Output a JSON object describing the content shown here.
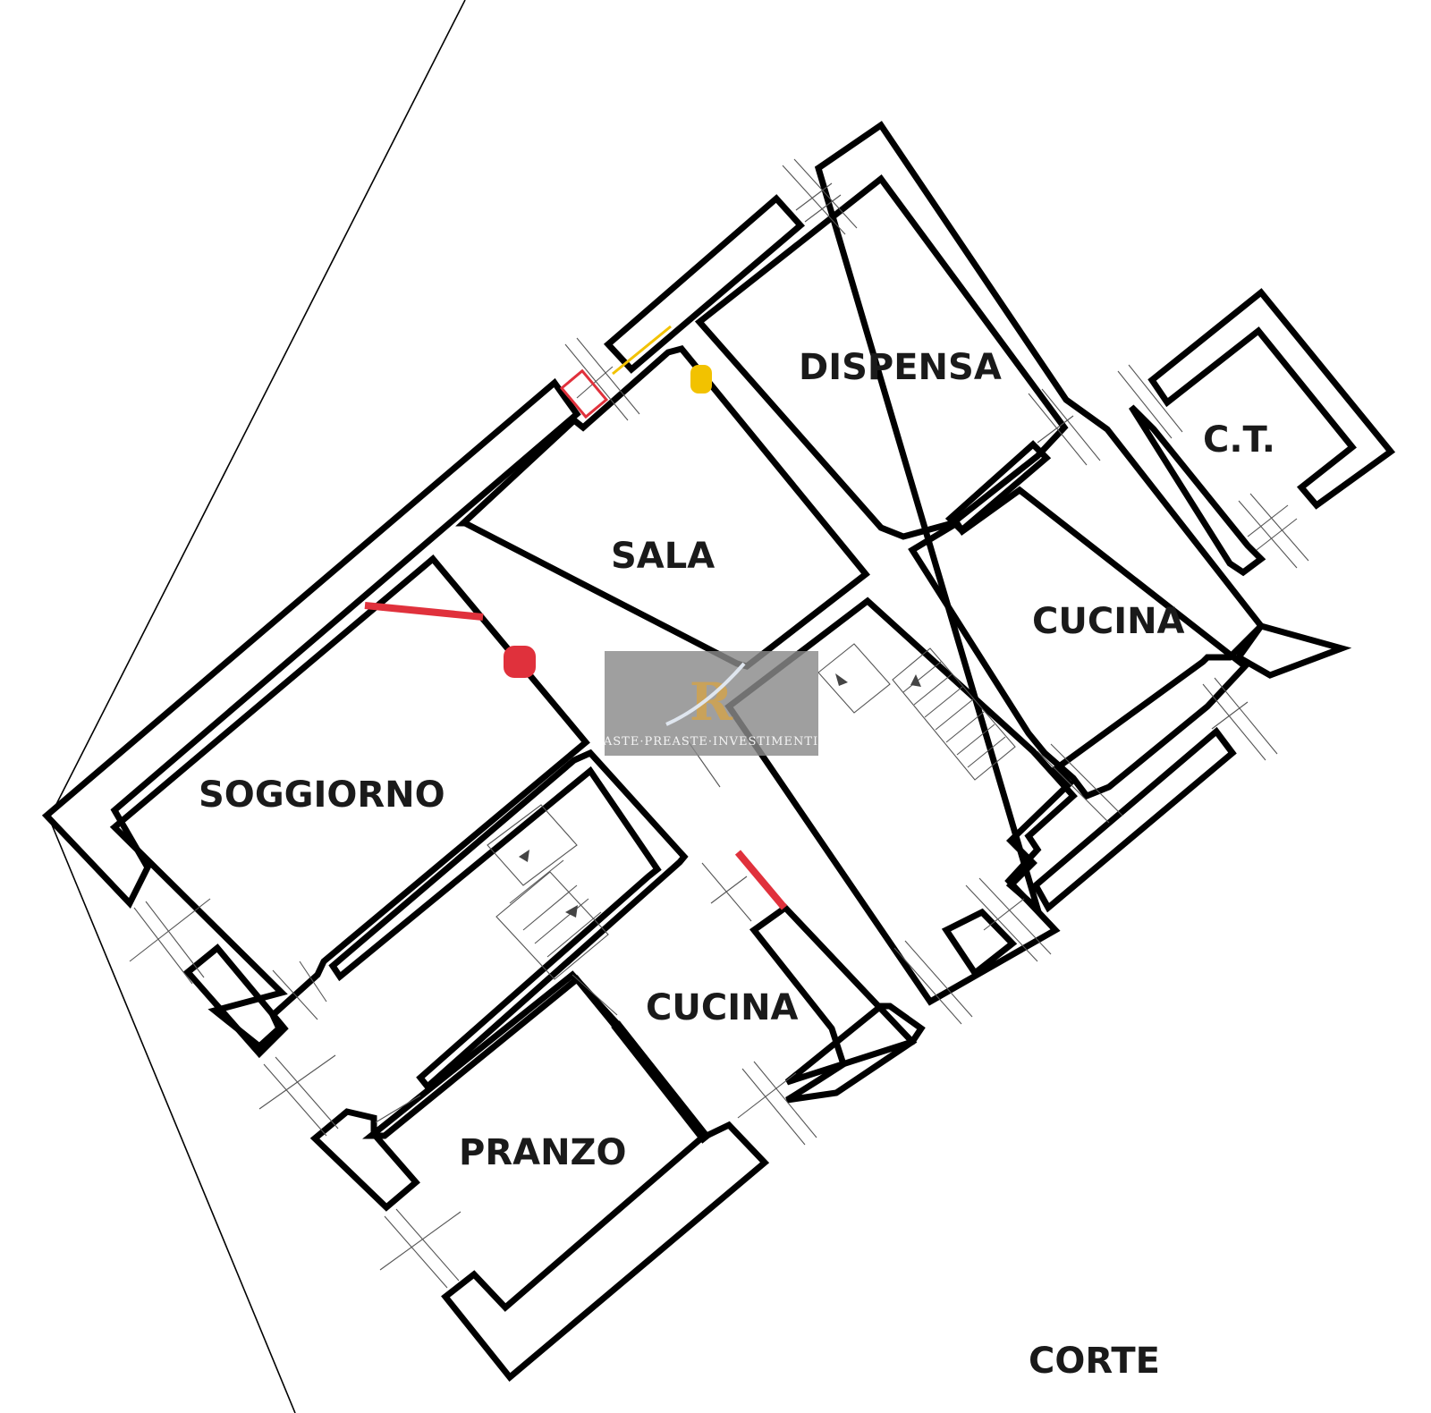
{
  "rooms": {
    "dispensa": "DISPENSA",
    "sala": "SALA",
    "ct": "C.T.",
    "cucina_upper": "CUCINA",
    "soggiorno": "SOGGIORNO",
    "cucina_lower": "CUCINA",
    "pranzo": "PRANZO",
    "corte": "CORTE"
  },
  "watermark": {
    "monogram": "R",
    "caption": "ASTE·PREASTE·INVESTIMENTI"
  },
  "colors": {
    "wall": "#000000",
    "highlight_red": "#e0313c",
    "highlight_yellow": "#f2c200",
    "watermark_bg": "#8a8a8a",
    "watermark_gold": "#c9a25a"
  },
  "markers": [
    {
      "kind": "window-highlight",
      "color": "red"
    },
    {
      "kind": "door-swing",
      "color": "yellow"
    },
    {
      "kind": "fixture",
      "color": "yellow"
    },
    {
      "kind": "wall-segment",
      "color": "red"
    },
    {
      "kind": "fixture",
      "color": "red"
    },
    {
      "kind": "wall-segment",
      "color": "red"
    }
  ]
}
